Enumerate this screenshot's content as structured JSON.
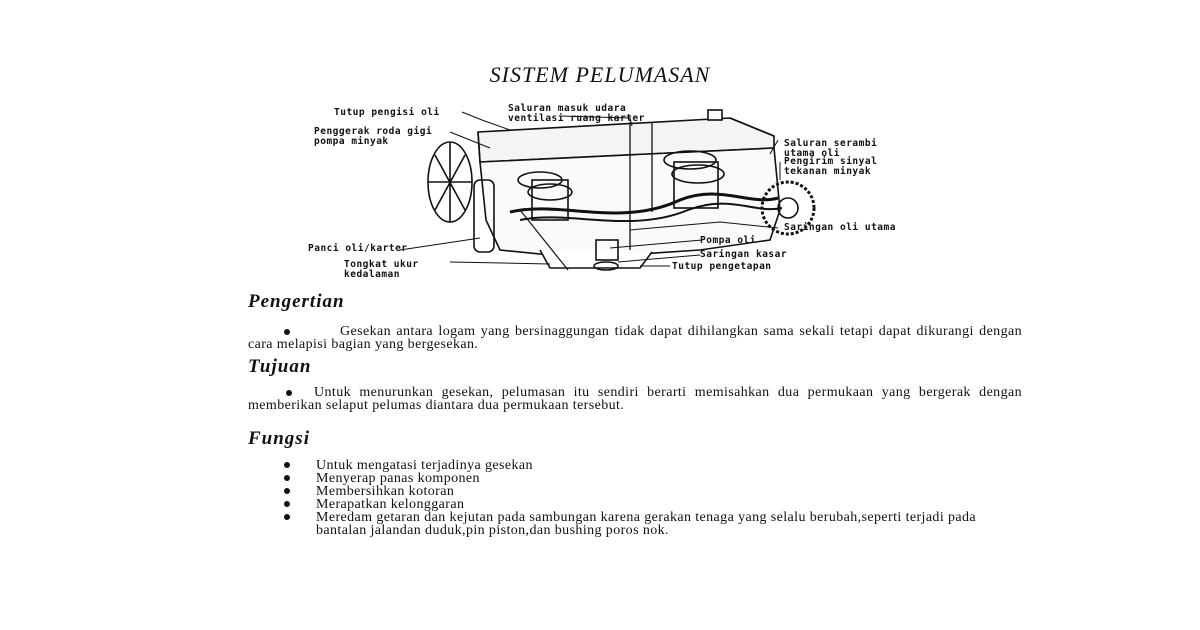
{
  "title": "SISTEM PELUMASAN",
  "figure": {
    "labels": {
      "tutup_pengisi": "Tutup pengisi oli",
      "saluran_masuk": "Saluran masuk udara\nventilasi ruang karter",
      "penggerak": "Penggerak roda gigi\npompa minyak",
      "saluran_serambi": "Saluran serambi\nutama oli",
      "pengirim": "Pengirim sinyal\ntekanan minyak",
      "saringan_utama": "Saringan oli utama",
      "panci": "Panci oli/karter",
      "pompa": "Pompa oli",
      "saringan_kasar": "Saringan kasar",
      "tongkat": "Tongkat ukur\nkedalaman",
      "tutup_pengetapan": "Tutup pengetapan"
    }
  },
  "pengertian": {
    "heading": "Pengertian",
    "text": "Gesekan antara logam yang bersinaggungan tidak dapat dihilangkan sama sekali tetapi dapat dikurangi dengan cara melapisi bagian yang bergesekan."
  },
  "tujuan": {
    "heading": "Tujuan",
    "text": "Untuk menurunkan gesekan, pelumasan itu sendiri berarti memisahkan dua permukaan yang bergerak dengan memberikan selaput pelumas diantara dua permukaan tersebut."
  },
  "fungsi": {
    "heading": "Fungsi",
    "items": [
      "Untuk mengatasi terjadinya gesekan",
      "Menyerap panas komponen",
      "Membersihkan kotoran",
      "Merapatkan kelonggaran",
      "Meredam getaran dan kejutan pada sambungan karena gerakan tenaga yang selalu berubah,seperti terjadi pada bantalan jalandan duduk,pin piston,dan bushing poros nok."
    ]
  }
}
